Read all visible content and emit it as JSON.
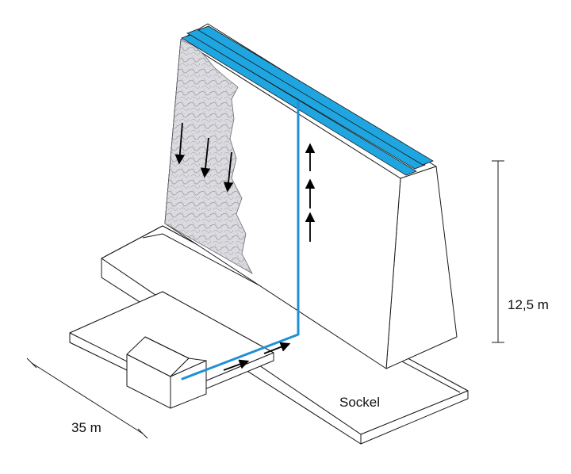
{
  "labels": {
    "height": "12,5 m",
    "width": "35 m",
    "base": "Sockel"
  },
  "colors": {
    "pipe": "#1f8fd6",
    "stripe": "#1fa5e0",
    "rock": "#d9d9de",
    "line": "#1a1a1a"
  },
  "icons": [
    "arrow-down-icon",
    "arrow-up-icon",
    "arrow-right-icon"
  ]
}
